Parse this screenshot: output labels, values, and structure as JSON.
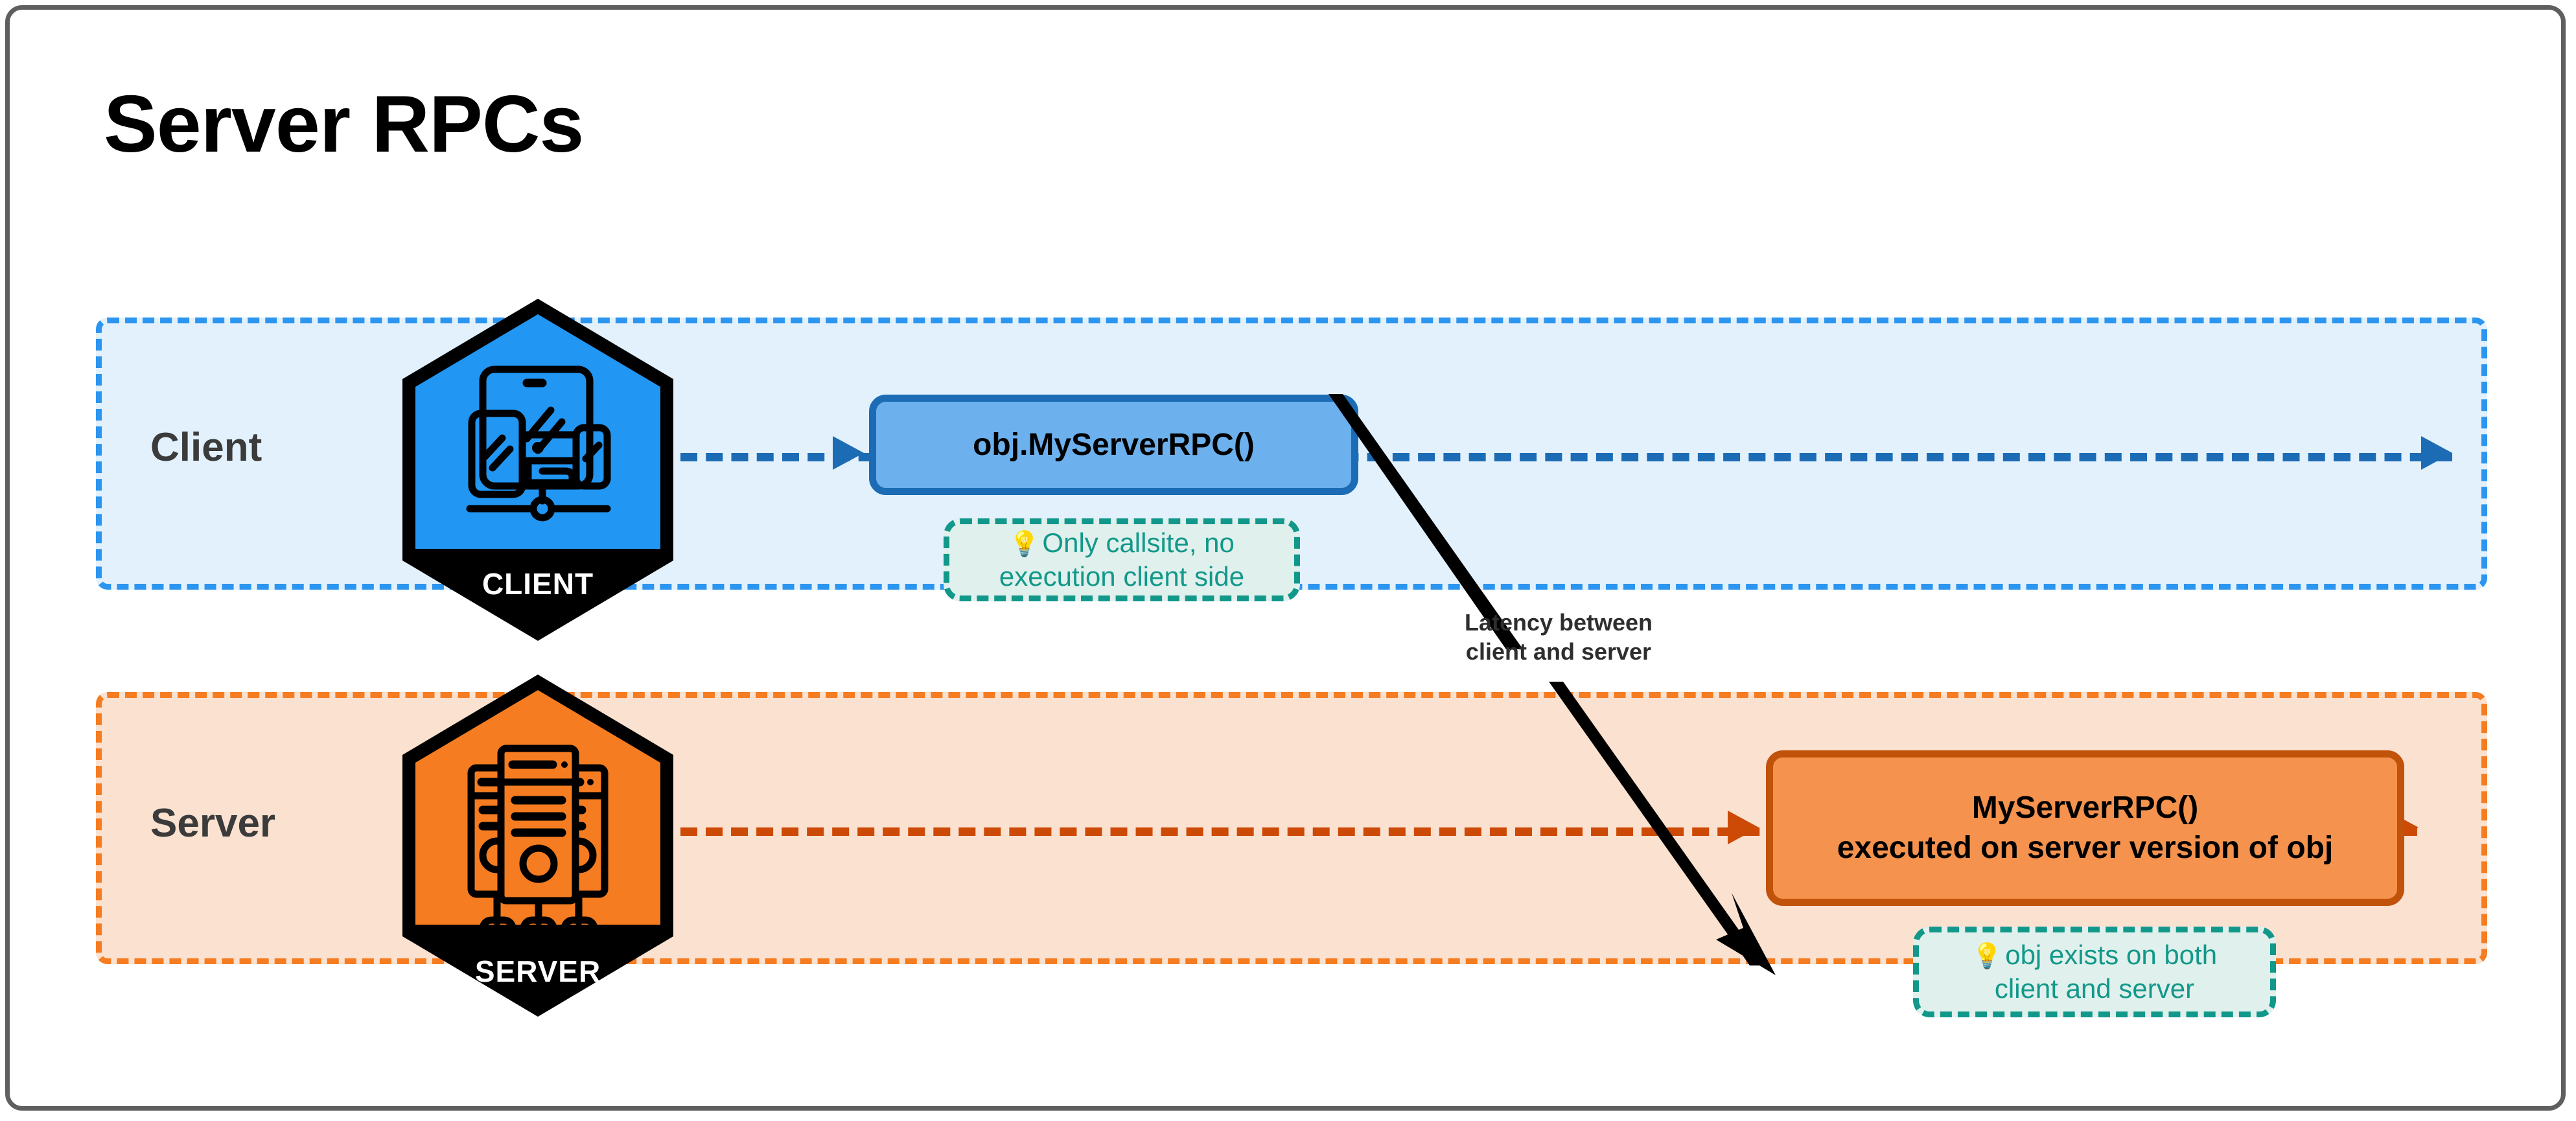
{
  "page": {
    "title": "Server RPCs",
    "frame_color": "#5f5f5f",
    "background": "#ffffff"
  },
  "lanes": [
    {
      "id": "client",
      "label": "Client",
      "badge_label": "CLIENT",
      "badge_icon": "devices-icon",
      "fill": "#e2f1fc",
      "border": "#2b95ef",
      "rail_color": "#1c6cb5"
    },
    {
      "id": "server",
      "label": "Server",
      "badge_label": "SERVER",
      "badge_icon": "server-rack-icon",
      "fill": "#fbe1d0",
      "border": "#f57c20",
      "rail_color": "#cc4a06"
    }
  ],
  "boxes": {
    "client_call": {
      "text": "obj.MyServerRPC()",
      "fill": "#6cb0ed",
      "border": "#1c6cb5"
    },
    "server_exec": {
      "line1": "MyServerRPC()",
      "line2": "executed on server version of obj",
      "fill": "#f5924e",
      "border": "#c1520a"
    }
  },
  "notes": [
    {
      "id": "client-note",
      "icon": "lightbulb-icon",
      "glyph": "💡",
      "line1": "Only callsite, no",
      "line2": "execution client side",
      "color": "#12988a",
      "fill": "#e0f0ec"
    },
    {
      "id": "server-note",
      "icon": "lightbulb-icon",
      "glyph": "💡",
      "line1": "obj exists on both",
      "line2": "client and server",
      "color": "#12988a",
      "fill": "#e0f0ec"
    }
  ],
  "latency": {
    "line1": "Latency between",
    "line2": "client and server",
    "color": "#000000"
  }
}
